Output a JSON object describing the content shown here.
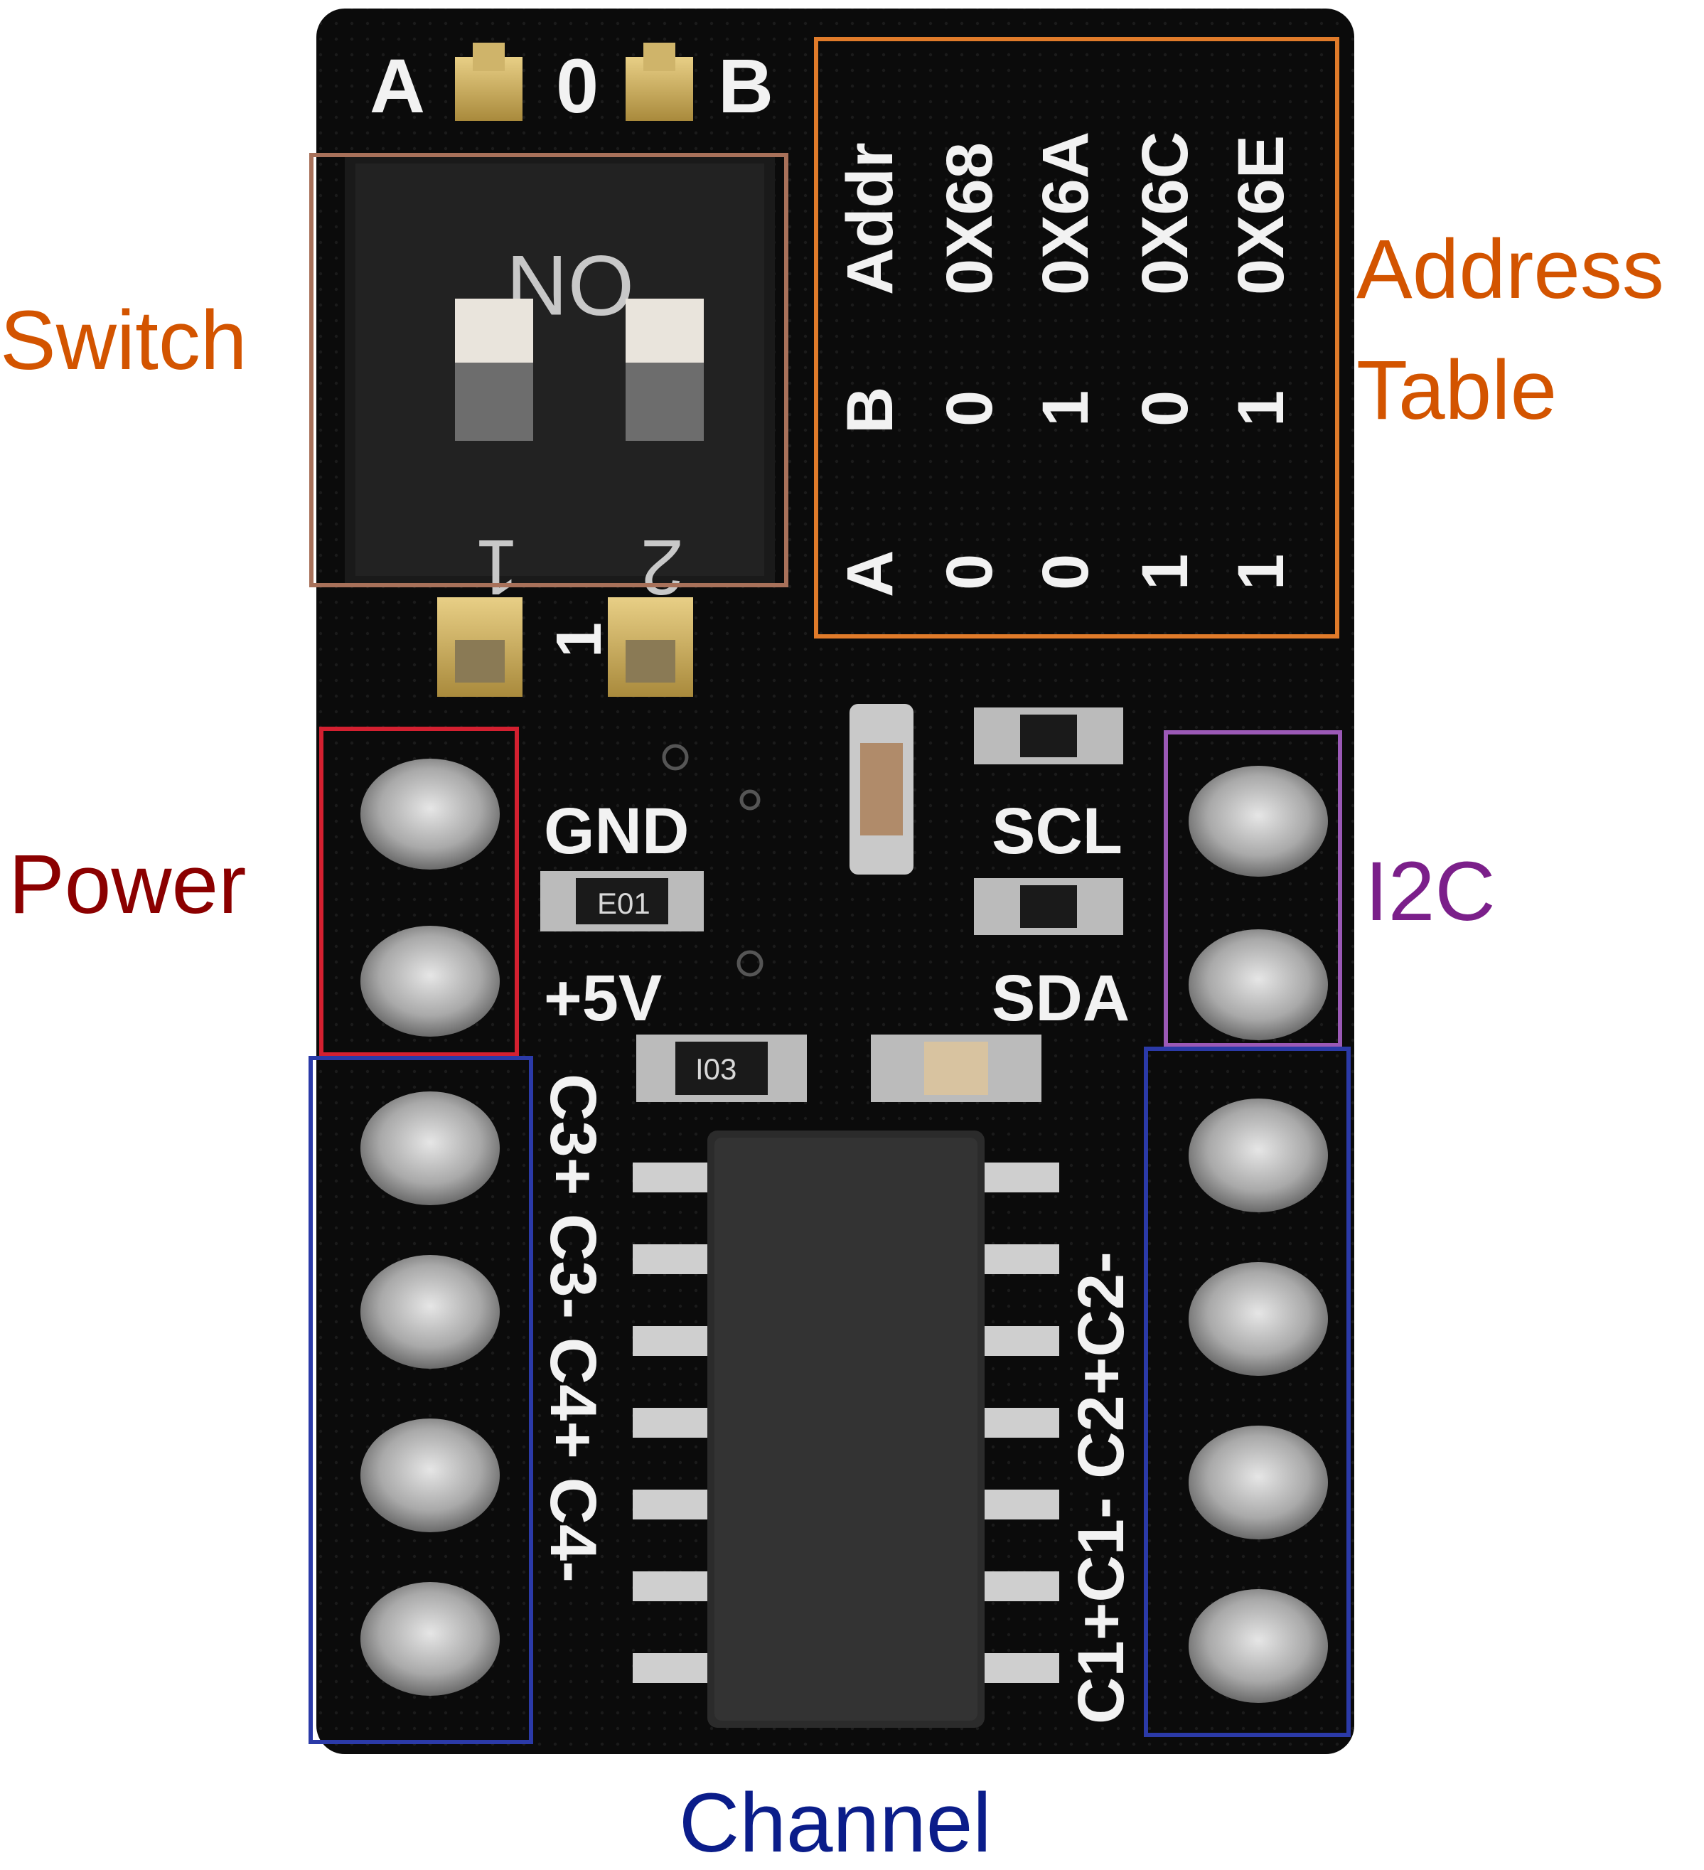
{
  "colors": {
    "board": "#0b0b0b",
    "silkscreen": "#f2f2f2",
    "switch_label": "#d35400",
    "switch_box": "#a8715a",
    "address_label": "#d35400",
    "address_box": "#e07b2a",
    "power_label": "#8b0000",
    "power_box": "#d42030",
    "i2c_label": "#7b1f8a",
    "i2c_box": "#9b59b6",
    "channel_label": "#0b1d8a",
    "channel_box": "#2b3aa8"
  },
  "board": {
    "top_labels": {
      "a": "A",
      "zero": "0",
      "b": "B"
    },
    "switch_on": "ON",
    "switch_numbers": [
      "1",
      "2"
    ],
    "pin_one": "1",
    "address_table": {
      "headers": [
        "A",
        "B",
        "Addr"
      ],
      "rows": [
        [
          "0",
          "0",
          "0X68"
        ],
        [
          "0",
          "1",
          "0X6A"
        ],
        [
          "1",
          "0",
          "0X6C"
        ],
        [
          "1",
          "1",
          "0X6E"
        ]
      ]
    },
    "pins": {
      "gnd": "GND",
      "vcc": "+5V",
      "scl": "SCL",
      "sda": "SDA",
      "left_channels": "C3+ C3- C4+ C4-",
      "right_channels": "C1+C1- C2+C2-"
    },
    "smd_codes": [
      "E01",
      "I03"
    ]
  },
  "callouts": {
    "switch": "Switch",
    "address_line1": "Address",
    "address_line2": "Table",
    "power": "Power",
    "i2c": "I2C",
    "channel": "Channel"
  },
  "icons": {
    "dip_switch": "dip-switch-icon",
    "pin_pad": "header-pad-icon",
    "chip": "soic-chip-icon"
  }
}
